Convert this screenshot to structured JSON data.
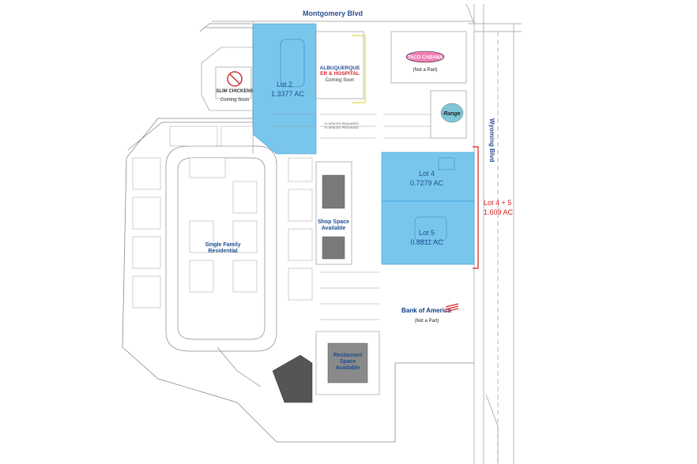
{
  "roads": {
    "north": "Montgomery Blvd",
    "east": "Wyoming Blvd"
  },
  "lots": [
    {
      "id": "lot2",
      "label": "Lot 2",
      "acreage": "1.3377 AC"
    },
    {
      "id": "lot4",
      "label": "Lot 4",
      "acreage": "0.7279 AC"
    },
    {
      "id": "lot5",
      "label": "Lot 5",
      "acreage": "0.8811 AC"
    }
  ],
  "lot_group": {
    "label": "Lot 4 + 5",
    "acreage": "1.609 AC"
  },
  "tenants": {
    "slim_chickens": {
      "name": "SLIM CHICKENS",
      "status": "Coming Soon"
    },
    "albuquerque_er": {
      "line1": "ALBUQUERQUE",
      "line2": "ER & HOSPITAL",
      "status": "Coming Soon"
    },
    "taco_cabana": {
      "name": "TACO CABANA",
      "note": "(Not a Part)"
    },
    "range": {
      "name": "Range"
    },
    "bank_of_america": {
      "name": "Bank of America",
      "note": "(Not a Part)"
    }
  },
  "areas": {
    "residential": {
      "line1": "Single Family",
      "line2": "Residential"
    },
    "shop": {
      "line1": "Shop Space",
      "line2": "Available"
    },
    "restaurant": {
      "line1": "Restaurant",
      "line2": "Space",
      "line3": "Available"
    }
  },
  "parking_note": {
    "line1": "74 SPACES REQUIRED",
    "line2": "74 SPACES PROVIDED"
  },
  "colors": {
    "lot_fill": "#57b8e8",
    "lot_text": "#1d4f8c",
    "road_text": "#2e4f8f",
    "bracket": "#d81e1e",
    "linework": "#8a8a8a"
  }
}
